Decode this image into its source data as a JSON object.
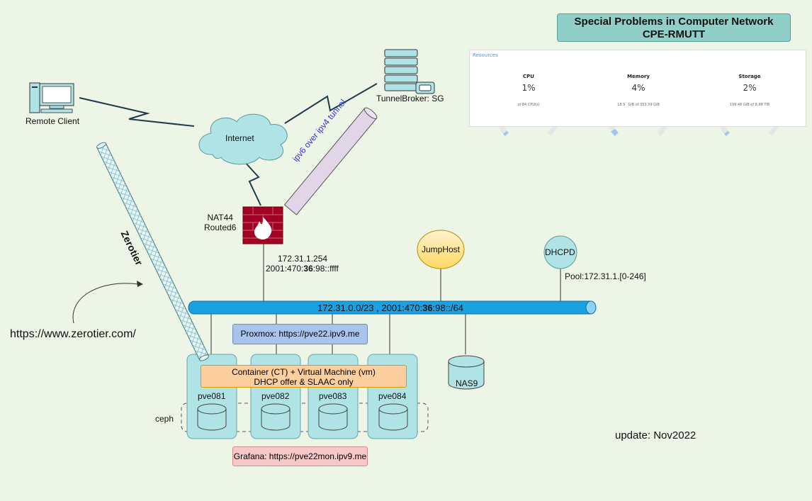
{
  "title": {
    "line1": "Special Problems in Computer Network",
    "line2": "CPE-RMUTT"
  },
  "resources": {
    "header": "Resources",
    "items": [
      {
        "name": "CPU",
        "percent_text": "1%",
        "detail": "of 84 CPU(s)",
        "value": 0.01
      },
      {
        "name": "Memory",
        "percent_text": "4%",
        "detail": "18.9` GiB of 353.59 GiB",
        "value": 0.04
      },
      {
        "name": "Storage",
        "percent_text": "2%",
        "detail": "199.46 GiB of 8.88 TiB",
        "value": 0.02
      }
    ]
  },
  "nodes": {
    "remote_client": "Remote Client",
    "internet": "Internet",
    "tunnel_broker": "TunnelBroker: SG",
    "router_line1": "NAT44",
    "router_line2": "Routed6",
    "router_ipv4": "172.31.1.254",
    "router_ipv6_prefix": "2001:470:",
    "router_ipv6_bold": "36",
    "router_ipv6_suffix": ":98::ffff",
    "jumphost": "JumpHost",
    "dhcpd": "DHCPD",
    "pool": "Pool:172.31.1.[0-246]",
    "nas": "NAS9",
    "ceph": "ceph",
    "pve": [
      "pve081",
      "pve082",
      "pve083",
      "pve084"
    ]
  },
  "network_bar": {
    "prefix": "172.31.0.0/23 , 2001:470:",
    "bold": "36",
    "suffix": ":98::/64"
  },
  "tunnel_label": "ipv6 over ipv4 tunnel",
  "zerotier_label": "Zerotier",
  "zerotier_url": "https://www.zerotier.com/",
  "proxmox_label": "Proxmox: https://pve22.ipv9.me",
  "container_line1": "Container (CT) + Virtual Machine (vm)",
  "container_line2": "DHCP offer & SLAAC only",
  "grafana_label": "Grafana: https://pve22mon.ipv9.me",
  "update_label": "update: Nov2022",
  "colors": {
    "background": "#edf6e6",
    "network_bar": "#1ba1e2",
    "teal": "#b0e3e6",
    "firewall": "#a20025",
    "proxmox_box": "#a9c4ec",
    "container_box": "#fdcf9e",
    "grafana_box": "#f7c8c8",
    "tunnel": "#e1d5e7",
    "jumphost": "#ffd966"
  }
}
